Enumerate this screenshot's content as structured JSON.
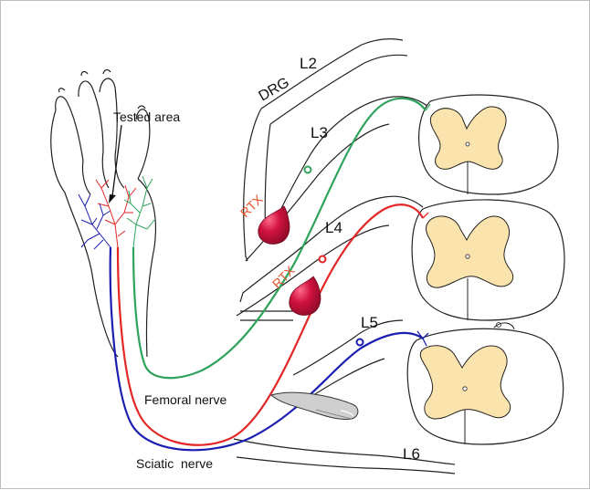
{
  "labels": {
    "tested_area": "Tested area",
    "drg": "DRG",
    "l2": "L2",
    "l3": "L3",
    "l4": "L4",
    "l5": "L5",
    "l6": "L6",
    "rtx_upper": "RTX",
    "rtx_lower": "RTX",
    "femoral_nerve": "Femoral nerve",
    "sciatic_nerve": "Sciatic  nerve"
  },
  "colors": {
    "green_fiber": "#2fa35b",
    "red_fiber": "#e32626",
    "blue_fiber": "#1b1fb0",
    "rtx_text": "#e8532a",
    "drop": "#c8103f",
    "gray_matter": "#fbe3ad",
    "outline": "#222222",
    "scalpel": "#cfcfcf"
  }
}
